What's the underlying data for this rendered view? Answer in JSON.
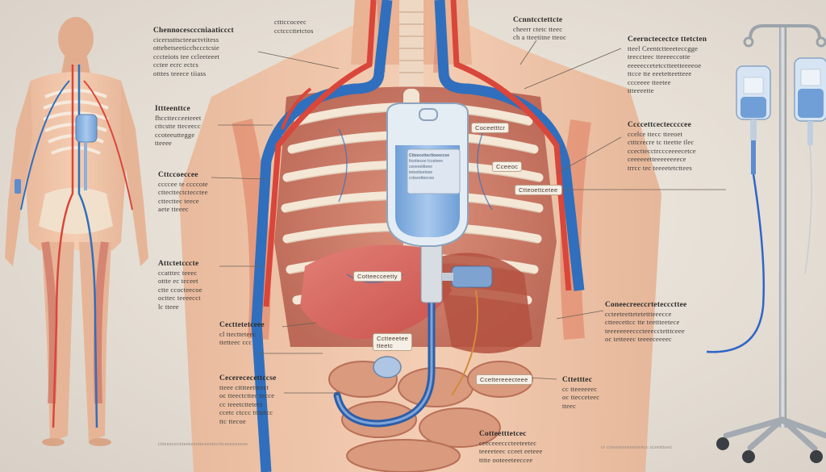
{
  "left_labels": [
    {
      "lines": [
        "Chennocescccniaaticcct",
        "cicerssttscteeactvtitess",
        "ottebetseeticcbccctcsie",
        "cccteiots tee ccleeteeet",
        "cctee ecrc ectcs",
        "otttes teeece tiiass"
      ]
    },
    {
      "lines": [
        "Ittteenttce",
        "fhccttecceeteeet",
        "cttcstte tteceecc",
        "ccoteeuttegge",
        "tteeee"
      ]
    },
    {
      "lines": [
        "Cttccoeccee",
        "ccccee te ccccote",
        "cttecttectctecctee",
        "cttecttec teece",
        "aete tteeec"
      ]
    },
    {
      "lines": [
        "Attctetcccte",
        "ccatttec teeec",
        "ottte ec teceet",
        "ctte ccocteecoe",
        "octtec teeeecct",
        "lc tteee"
      ]
    },
    {
      "lines": [
        "Cecttetetceee",
        "cl ttectteteec",
        "ttetteec ccc"
      ]
    },
    {
      "lines": [
        "Cecerececettccse",
        "tteee ctttteetteect",
        "oc tteectcttec tecce",
        "cc teeetcttetect",
        "ccetc ctccc ttttetcc",
        "ttc ttecoe"
      ]
    }
  ],
  "top_label": {
    "lines": [
      "ctttccoceec",
      "cctcccttetctos"
    ]
  },
  "right_labels": [
    {
      "lines": [
        "Ccnntcctettcte",
        "cheerr ctetc tteec",
        "ch a tteetitne tteoc"
      ]
    },
    {
      "lines": [
        "Ceernctecectce ttetcten",
        "tteel Ceentctteeeteccgge",
        "teeccteec tteeeeccotte",
        "eeeeeccetetcctteetteeeeoe",
        "ttcce tte eeetetteetteee",
        "ccceeee tteetee",
        "ttteeeette"
      ]
    },
    {
      "lines": [
        "Ccccettcecteccccee",
        "ccelce ttecc tteeoet",
        "ctttcrecre tc tteette tlec",
        "ccecttecctrccceeeecetce",
        "ceeeeeetteeeeeeeece",
        "trrcc tec teeeetetcttees"
      ]
    },
    {
      "lines": [
        "Coneecreeccrtetecccttee",
        "ccteeteettetetettteeecce",
        "ctteecettcc tte teettteetece",
        "teeeeeeeecccteeecctetttceee",
        "oc tetteeec teeeeceeeec"
      ]
    },
    {
      "lines": [
        "Cttetttec",
        "cc tteeeeeec",
        "oc ttecceteec",
        "tteec"
      ]
    },
    {
      "lines": [
        "Cotteetttetcec",
        "ceeceeecccteeteetec",
        "teeeeteec cceet eeteee",
        "tttte ooteeeteeccee"
      ]
    }
  ],
  "tags": {
    "bag_label": "Coceetttcr",
    "bag_label_2": "Cceeoc",
    "bag_label_3": "Ctteoettcetee",
    "liver_tag": "Cotteecceetty",
    "port_tag": "Cctteeetee",
    "port_tag_2": "tteetc",
    "lower_tag": "Ccettereeecteee"
  },
  "bag_text": {
    "title": "Ctteecettecttoeeccee",
    "lines": [
      "ttcettecee tcceteee",
      "ceeeeettteee",
      "teteetteeteee",
      "ccteeetteecee"
    ]
  },
  "footer": {
    "left": "ctteeececeteeteeetteeeetecttceeeeeeeee",
    "right": "ct ctteeeteeeteeteecc tceettteec"
  },
  "colors": {
    "background": "#e8e2d9",
    "artery": "#d9463a",
    "vein": "#2f6fbd",
    "skin": "#f0c4a6",
    "bag": "#7fa9d9",
    "ribs": "#f3e6d6",
    "iv_tube": "#2e66c8"
  }
}
